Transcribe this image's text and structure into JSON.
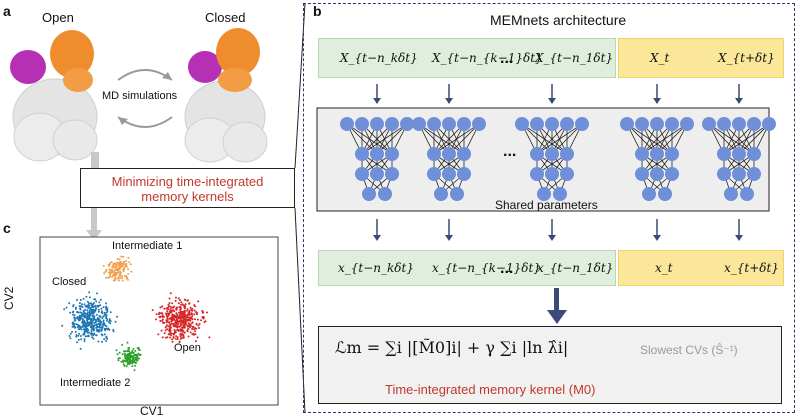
{
  "panels": {
    "a": "a",
    "b": "b",
    "c": "c"
  },
  "panel_a": {
    "open_label": "Open",
    "closed_label": "Closed",
    "md_label": "MD simulations"
  },
  "minimizing_box": {
    "line1": "Minimizing time-integrated",
    "line2": "memory kernels"
  },
  "panel_b": {
    "title": "MEMnets architecture",
    "top_row": [
      "X_{t−n_kδt}",
      "X_{t−n_{k−1}δt}",
      "...",
      "X_{t−n_1δt}",
      "X_t",
      "X_{t+δt}"
    ],
    "shared_label": "Shared parameters",
    "bottom_row": [
      "x_{t−n_kδt}",
      "x_{t−n_{k−1}δt}",
      "...",
      "x_{t−n_1δt}",
      "x_t",
      "x_{t+δt}"
    ],
    "loss_formula": "ℒm = ∑i |[M̃0]i| + γ ∑i |ln λ̂i|",
    "slowest_label": "Slowest CVs (Ŝ⁻¹)",
    "kernel_label": "Time-integrated memory kernel (M0)"
  },
  "panel_c": {
    "cv1": "CV1",
    "cv2": "CV2",
    "clusters": [
      {
        "name": "Closed",
        "color": "#1f77b4"
      },
      {
        "name": "Intermediate 1",
        "color": "#f0a050"
      },
      {
        "name": "Open",
        "color": "#d62728"
      },
      {
        "name": "Intermediate 2",
        "color": "#2ca02c"
      }
    ]
  },
  "colors": {
    "green": "#dfeedd",
    "yellow": "#fbe79a",
    "node": "#6f8fd8",
    "dash": "#2b3a66",
    "red": "#c0392b"
  }
}
